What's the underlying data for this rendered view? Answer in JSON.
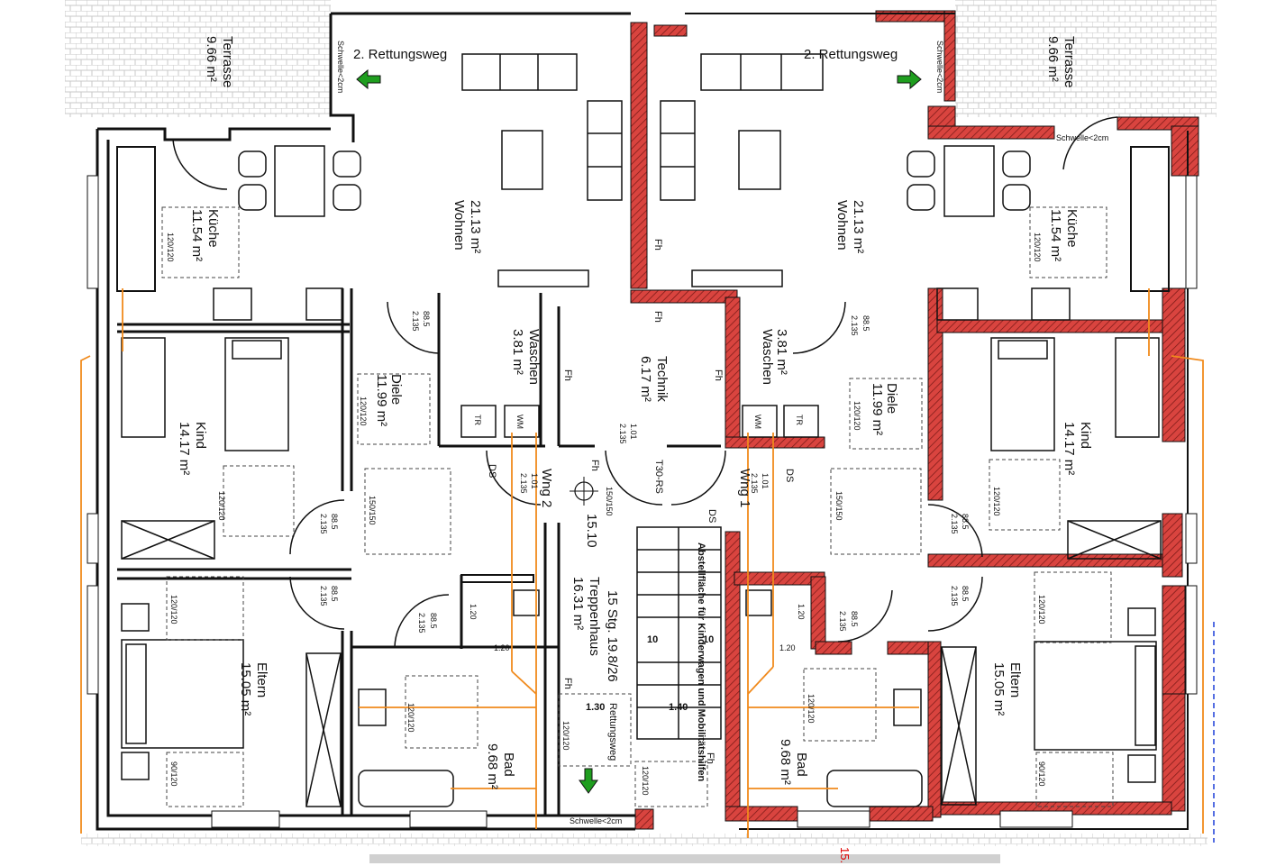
{
  "colors": {
    "wall_black": "#111111",
    "wall_red": "#d9443f",
    "hatch": "#7a1a17",
    "pipe": "#f08a1c",
    "arrow": "#1f9e1f",
    "paving": "#cfcfcf",
    "blue_dims": "#1d3fd8"
  },
  "labels": {
    "rettungsweg_left": "2. Rettungsweg",
    "rettungsweg_right": "2. Rettungsweg",
    "rettungsweg_stair": "Rettungsweg",
    "terrasse_left": {
      "name": "Terrasse",
      "area": "9.66 m²"
    },
    "terrasse_right": {
      "name": "Terrasse",
      "area": "9.66 m²"
    },
    "schwelle": "Schwelle<2cm",
    "wohnen_left": {
      "name": "Wohnen",
      "area": "21.13 m²"
    },
    "wohnen_right": {
      "name": "Wohnen",
      "area": "21.13 m²"
    },
    "kueche_left": {
      "name": "Küche",
      "area": "11.54 m²"
    },
    "kueche_right": {
      "name": "Küche",
      "area": "11.54 m²"
    },
    "waschen_left": {
      "name": "Waschen",
      "area": "3.81 m²"
    },
    "waschen_right": {
      "name": "Waschen",
      "area": "3.81 m²"
    },
    "technik": {
      "name": "Technik",
      "area": "6.17 m²"
    },
    "diele_left": {
      "name": "Diele",
      "area": "11.99 m²"
    },
    "diele_right": {
      "name": "Diele",
      "area": "11.99 m²"
    },
    "kind_left": {
      "name": "Kind",
      "area": "14.17 m²"
    },
    "kind_right": {
      "name": "Kind",
      "area": "14.17 m²"
    },
    "eltern_left": {
      "name": "Eltern",
      "area": "15.05 m²"
    },
    "eltern_right": {
      "name": "Eltern",
      "area": "15.05 m²"
    },
    "bad_left": {
      "name": "Bad",
      "area": "9.68 m²"
    },
    "bad_right": {
      "name": "Bad",
      "area": "9.68 m²"
    },
    "treppenhaus": {
      "name": "Treppenhaus",
      "area": "16.31 m²",
      "stairs": "15 Stg. 19.8/26"
    },
    "wng1": "Wng 1",
    "wng2": "Wng 2",
    "abstell": "Abstellfläche für Kinderwagen und Mobilitätshilfen",
    "fh": "Fh",
    "ds": "DS",
    "tr": "TR",
    "wm": "WM",
    "rs": "T30-RS",
    "num_1510": "15.10",
    "num_15": "15.",
    "num_10": "10",
    "door_885": "88.5",
    "door_2135": "2.135",
    "door_101": "1.01",
    "dim_120_120": "120/120",
    "dim_150_150": "150/150",
    "dim_90_120": "90/120",
    "dim_120": "1.20",
    "dim_130": "1.30",
    "dim_140": "1.40"
  }
}
